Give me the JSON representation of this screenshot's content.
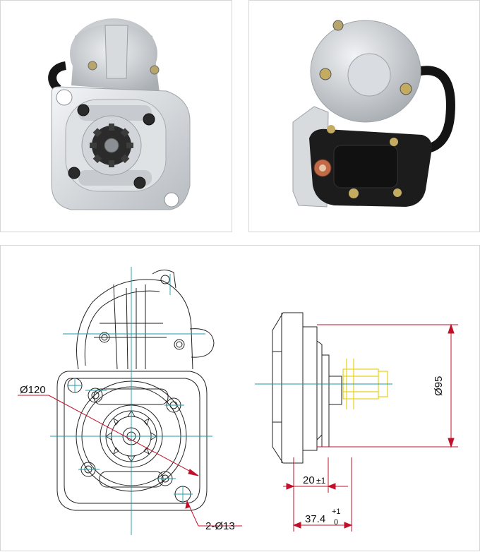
{
  "colors": {
    "dimension": "#c0102a",
    "centerline": "#1a9aa8",
    "tolerance_green": "#1b8f3b",
    "pinion_yellow": "#e6d21b",
    "metal": "#c9ccd0",
    "metal_dark": "#8e9398",
    "plastic": "#1b1b1b"
  },
  "drawing": {
    "dim_diameter_120": "Ø120",
    "dim_holes": "2-Ø13",
    "dim_diameter_95": "Ø95",
    "dim_20_value": "20",
    "dim_20_tol": "±1",
    "dim_37_value": "37.4",
    "dim_37_tol_upper": "+1",
    "dim_37_tol_lower": "0"
  }
}
